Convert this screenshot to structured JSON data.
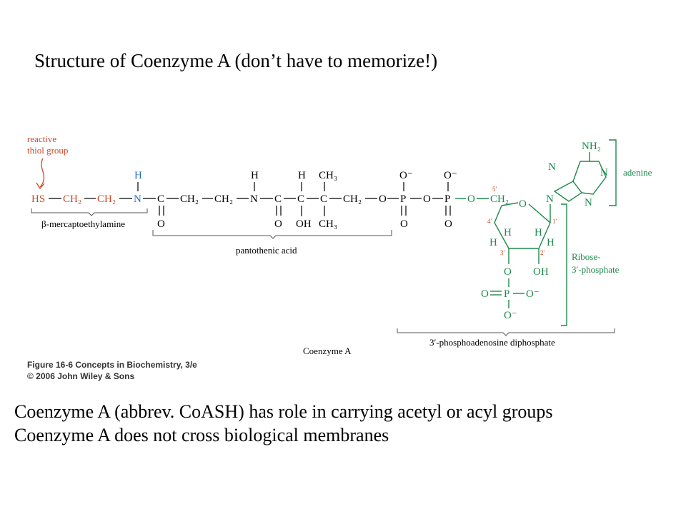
{
  "title": "Structure of Coenzyme A (don’t have to memorize!)",
  "figure": {
    "annotation_reactive": "reactive",
    "annotation_thiol": "thiol group",
    "atoms": {
      "hs": "HS",
      "ch2": "CH₂",
      "n": "N",
      "h": "H",
      "c": "C",
      "o": "O",
      "oh": "OH",
      "ch3": "CH₃",
      "p": "P",
      "o_minus": "O⁻",
      "nh2": "NH₂"
    },
    "primes": {
      "p5": "5′",
      "p4": "4′",
      "p3": "3′",
      "p2": "2′",
      "p1": "1′"
    },
    "labels": {
      "mercapto": "β-mercaptoethylamine",
      "pantothenic": "pantothenic acid",
      "adenine": "adenine",
      "ribose_1": "Ribose-",
      "ribose_2": "3′-phosphate",
      "phosphoadenosine": "3′-phosphoadenosine diphosphate",
      "coenzyme": "Coenzyme A"
    }
  },
  "caption": {
    "line1": "Figure 16-6 Concepts in Biochemistry, 3/e",
    "line2": "© 2006 John Wiley & Sons"
  },
  "bullets": [
    "Coenzyme A (abbrev. CoASH) has role in carrying acetyl or acyl groups",
    "Coenzyme A does not cross biological membranes"
  ],
  "colors": {
    "thiol_red": "#cc4a2a",
    "amine_blue": "#2a6fb6",
    "adenosine_green": "#1e8a4c"
  }
}
